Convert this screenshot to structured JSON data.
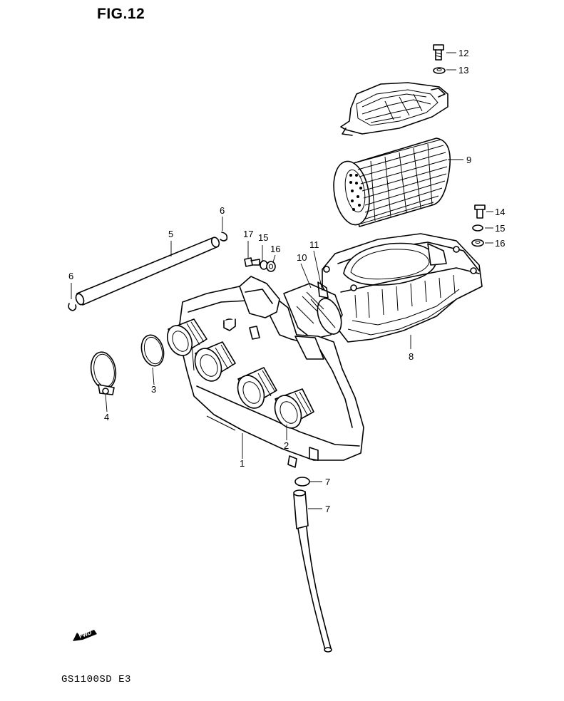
{
  "figure": {
    "title": "FIG.12",
    "model_code": "GS1100SD  E3",
    "fwd_symbol": "FWD"
  },
  "callouts": [
    {
      "id": "1",
      "label": "1",
      "part": "air-cleaner-case"
    },
    {
      "id": "2",
      "label": "2",
      "part": "intake-pipe"
    },
    {
      "id": "3",
      "label": "3",
      "part": "clamp-ring"
    },
    {
      "id": "4",
      "label": "4",
      "part": "hose-clamp"
    },
    {
      "id": "5",
      "label": "5",
      "part": "breather-pipe"
    },
    {
      "id": "6a",
      "label": "6",
      "part": "clip-upper"
    },
    {
      "id": "6b",
      "label": "6",
      "part": "clip-lower"
    },
    {
      "id": "7",
      "label": "7",
      "part": "drain-hose"
    },
    {
      "id": "8",
      "label": "8",
      "part": "drain-clip"
    },
    {
      "id": "9",
      "label": "9",
      "part": "air-cleaner-cap"
    },
    {
      "id": "10",
      "label": "10",
      "part": "filter-element"
    },
    {
      "id": "11",
      "label": "11",
      "part": "inlet-hose"
    },
    {
      "id": "12",
      "label": "12",
      "part": "hose-clamp-small"
    },
    {
      "id": "13",
      "label": "13",
      "part": "screw-top"
    },
    {
      "id": "14",
      "label": "14",
      "part": "washer-top"
    },
    {
      "id": "15a",
      "label": "15",
      "part": "bolt-right"
    },
    {
      "id": "16a",
      "label": "16",
      "part": "washer-right"
    },
    {
      "id": "17a",
      "label": "17",
      "part": "cushion-right"
    },
    {
      "id": "15b",
      "label": "15",
      "part": "bolt-left"
    },
    {
      "id": "16b",
      "label": "16",
      "part": "washer-left"
    },
    {
      "id": "17b",
      "label": "17",
      "part": "cushion-left"
    }
  ]
}
